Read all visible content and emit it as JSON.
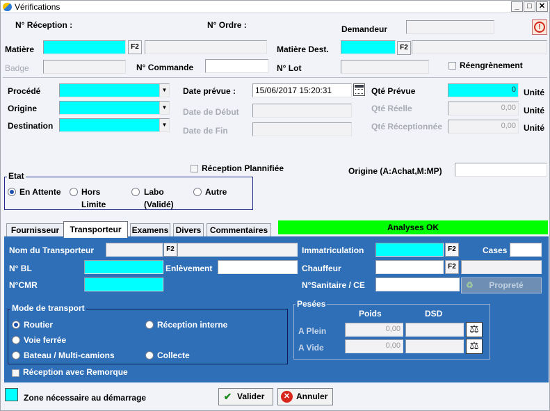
{
  "window": {
    "title": "Vérifications",
    "minimize": "_",
    "maximize": "□",
    "close": "✕"
  },
  "header": {
    "reception_label": "N° Réception :",
    "ordre_label": "N° Ordre :",
    "demandeur_label": "Demandeur",
    "matiere_label": "Matière",
    "matiere_dest_label": "Matière Dest.",
    "badge_label": "Badge",
    "commande_label": "N° Commande",
    "lot_label": "N° Lot",
    "reengrenement_label": "Réengrènement",
    "f2": "F2"
  },
  "procedure": {
    "procede_label": "Procédé",
    "origine_label": "Origine",
    "destination_label": "Destination",
    "date_prevue_label": "Date prévue :",
    "date_prevue_value": "15/06/2017 15:20:31",
    "date_debut_label": "Date de Début",
    "date_fin_label": "Date de Fin",
    "qte_prevue_label": "Qté Prévue",
    "qte_prevue_value": "0",
    "qte_reelle_label": "Qté Réelle",
    "qte_reelle_value": "0,00",
    "qte_receptionnee_label": "Qté Réceptionnée",
    "qte_receptionnee_value": "0,00",
    "unite_label": "Unité",
    "reception_planifiee_label": "Réception Plannifiée",
    "origine_achat_label": "Origine (A:Achat,M:MP)"
  },
  "etat": {
    "title": "Etat",
    "en_attente": "En Attente",
    "hors_limite_1": "Hors",
    "hors_limite_2": "Limite",
    "labo_1": "Labo",
    "labo_2": "(Validé)",
    "autre": "Autre"
  },
  "tabs": {
    "fournisseur": "Fournisseur",
    "transporteur": "Transporteur",
    "examens": "Examens",
    "divers": "Divers",
    "commentaires": "Commentaires",
    "analyses_status": "Analyses OK"
  },
  "transport": {
    "nom_label": "Nom du Transporteur",
    "bl_label": "N° BL",
    "enlevement_label": "Enlèvement",
    "cmr_label": "N°CMR",
    "immatriculation_label": "Immatriculation",
    "cases_label": "Cases",
    "chauffeur_label": "Chauffeur",
    "sanitaire_label": "N°Sanitaire / CE",
    "proprete_label": "Propreté",
    "mode_title": "Mode de transport",
    "routier": "Routier",
    "reception_interne": "Réception interne",
    "voie_ferree": "Voie ferrée",
    "bateau": "Bateau / Multi-camions",
    "collecte": "Collecte",
    "remorque_label": "Réception avec Remorque",
    "pesees_title": "Pesées",
    "poids_label": "Poids",
    "dsd_label": "DSD",
    "a_plein_label": "A Plein",
    "a_plein_value": "0,00",
    "a_vide_label": "A Vide",
    "a_vide_value": "0,00"
  },
  "footer": {
    "legend_label": "Zone nécessaire au démarrage",
    "valider": "Valider",
    "annuler": "Annuler"
  },
  "colors": {
    "required": "#00ffff",
    "panel": "#2e6fb8",
    "analyses_ok": "#00ff00"
  }
}
